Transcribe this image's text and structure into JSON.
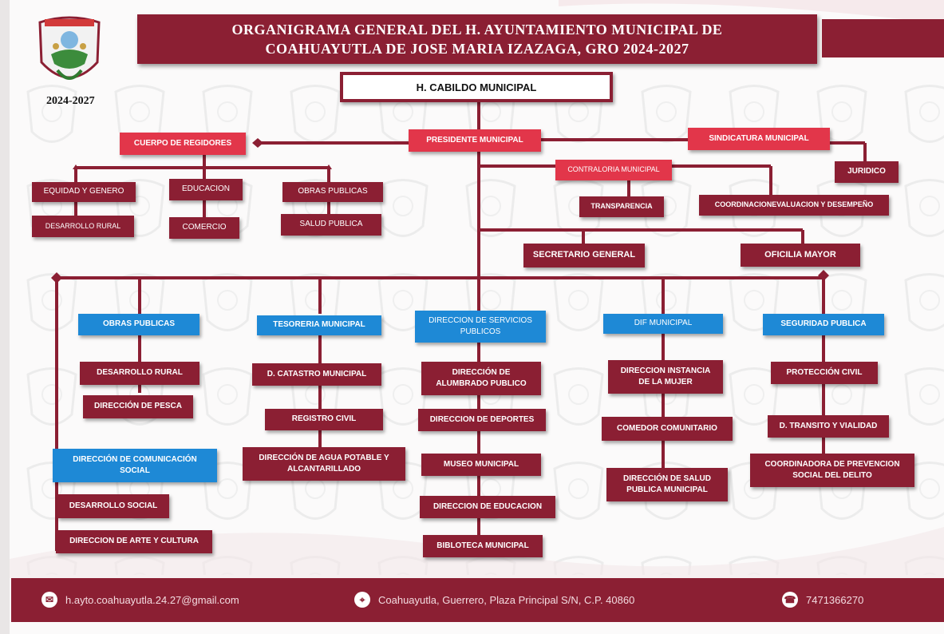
{
  "title": {
    "line1": "ORGANIGRAMA GENERAL DEL H. AYUNTAMIENTO MUNICIPAL DE",
    "line2": "COAHUAYUTLA DE JOSE MARIA IZAZAGA, GRO 2024-2027"
  },
  "logo": {
    "period": "2024-2027"
  },
  "top": {
    "cabildo": "H. CABILDO MUNICIPAL",
    "presidente": "PRESIDENTE MUNICIPAL",
    "regidores": "CUERPO DE REGIDORES",
    "sindicatura": "SINDICATURA MUNICIPAL",
    "juridico": "JURIDICO",
    "contraloria": "CONTRALORIA MUNICIPAL",
    "transparencia": "TRANSPARENCIA",
    "coordinacion_evaluacion": "COORDINACIONEVALUACION Y DESEMPEÑO",
    "secretario": "SECRETARIO GENERAL",
    "oficialia": "OFICILIA MAYOR"
  },
  "regidores_units": {
    "equidad": "EQUIDAD Y GENERO",
    "desarrollo_rural": "DESARROLLO RURAL",
    "educacion": "EDUCACION",
    "comercio": "COMERCIO",
    "obras_publicas": "OBRAS PUBLICAS",
    "salud_publica": "SALUD PUBLICA"
  },
  "departments": {
    "obras": {
      "head": "OBRAS PUBLICAS",
      "sub1": "DESARROLLO RURAL",
      "sub2": "DIRECCIÓN DE PESCA"
    },
    "comunicacion": {
      "head_line1": "DIRECCIÓN DE COMUNICACIÓN",
      "head_line2": "SOCIAL",
      "sub1": "DESARROLLO SOCIAL",
      "sub2": "DIRECCION DE ARTE Y CULTURA"
    },
    "tesoreria": {
      "head": "TESORERIA MUNICIPAL",
      "sub1": "D. CATASTRO MUNICIPAL",
      "sub2": "REGISTRO CIVIL",
      "sub3_line1": "DIRECCIÓN DE AGUA POTABLE Y",
      "sub3_line2": "ALCANTARILLADO"
    },
    "servicios": {
      "head_line1": "DIRECCION DE SERVICIOS",
      "head_line2": "PUBLICOS",
      "sub1_line1": "DIRECCIÓN DE",
      "sub1_line2": "ALUMBRADO PUBLICO",
      "sub2": "DIRECCION DE DEPORTES",
      "sub3": "MUSEO MUNICIPAL",
      "sub4": "DIRECCION DE EDUCACION",
      "sub5": "BIBLOTECA MUNICIPAL"
    },
    "dif": {
      "head": "DIF MUNICIPAL",
      "sub1_line1": "DIRECCION INSTANCIA",
      "sub1_line2": "DE LA MUJER",
      "sub2": "COMEDOR COMUNITARIO",
      "sub3_line1": "DIRECCIÓN DE SALUD",
      "sub3_line2": "PUBLICA MUNICIPAL"
    },
    "seguridad": {
      "head": "SEGURIDAD PUBLICA",
      "sub1": "PROTECCIÓN CIVIL",
      "sub2": "D. TRANSITO Y VIALIDAD",
      "sub3_line1": "COORDINADORA DE PREVENCION",
      "sub3_line2": "SOCIAL DEL DELITO"
    }
  },
  "footer": {
    "email": "h.ayto.coahuayutla.24.27@gmail.com",
    "address": "Coahuayutla, Guerrero, Plaza Principal S/N, C.P. 40860",
    "phone": "7471366270",
    "email_icon": "mail-icon",
    "address_icon": "location-pin-icon",
    "phone_icon": "phone-icon"
  },
  "colors": {
    "maroon": "#8b1f33",
    "red": "#e2364a",
    "blue": "#1e89d6"
  }
}
